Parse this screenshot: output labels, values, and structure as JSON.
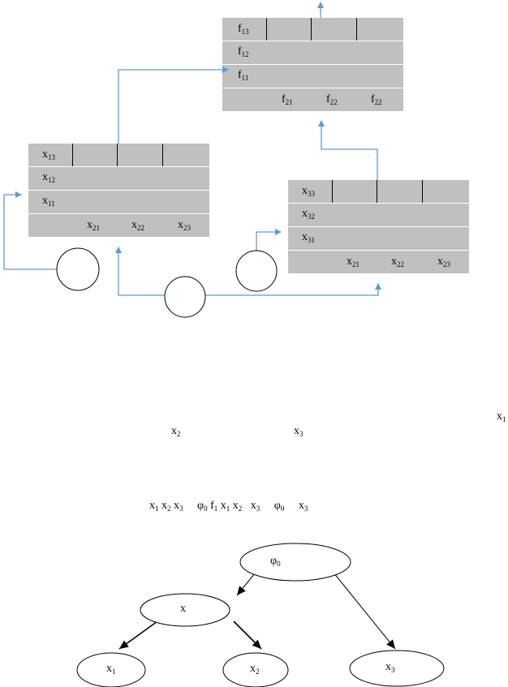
{
  "matrix_f": {
    "r3_var": "f",
    "r3_idx": "13",
    "r2_var": "f",
    "r2_idx": "12",
    "r1_var": "f",
    "r1_idx": "11",
    "c1_var": "f",
    "c1_idx": "21",
    "c2_var": "f",
    "c2_idx": "22",
    "c3_var": "f",
    "c3_idx": "22"
  },
  "matrix_x1": {
    "r3_var": "x",
    "r3_idx": "13",
    "r2_var": "x",
    "r2_idx": "12",
    "r1_var": "x",
    "r1_idx": "11",
    "c1_var": "x",
    "c1_idx": "21",
    "c2_var": "x",
    "c2_idx": "22",
    "c3_var": "x",
    "c3_idx": "23"
  },
  "matrix_x3": {
    "r3_var": "x",
    "r3_idx": "33",
    "r2_var": "x",
    "r2_idx": "32",
    "r1_var": "x",
    "r1_idx": "31",
    "c1_var": "x",
    "c1_idx": "21",
    "c2_var": "x",
    "c2_idx": "22",
    "c3_var": "x",
    "c3_idx": "23"
  },
  "text": {
    "right_x1_var": "x",
    "right_x1_idx": "1",
    "mid_x2_var": "x",
    "mid_x2_idx": "2",
    "mid_x3_var": "x",
    "mid_x3_idx": "3",
    "formula_a": "x",
    "formula_a_idx": "1",
    "formula_b": "x",
    "formula_b_idx": "2",
    "formula_c": "x",
    "formula_c_idx": "3",
    "formula_phi": "φ",
    "formula_phi_idx": "0",
    "formula_f": "f",
    "formula_f_idx": "1",
    "formula_d": "x",
    "formula_d_idx": "1",
    "formula_e": "x",
    "formula_e_idx": "2",
    "formula_g": "x",
    "formula_g_idx": "3",
    "formula_phi2": "φ",
    "formula_phi2_idx": "0",
    "formula_h": "x",
    "formula_h_idx": "3"
  },
  "tree": {
    "root_var": "φ",
    "root_idx": "0",
    "mid_var": "x",
    "leaf1_var": "x",
    "leaf1_idx": "1",
    "leaf2_var": "x",
    "leaf2_idx": "2",
    "leaf3_var": "x",
    "leaf3_idx": "3"
  },
  "colors": {
    "matrix_fill": "#c0c0c0",
    "wire": "#5b9bd5",
    "ink": "#000000"
  }
}
